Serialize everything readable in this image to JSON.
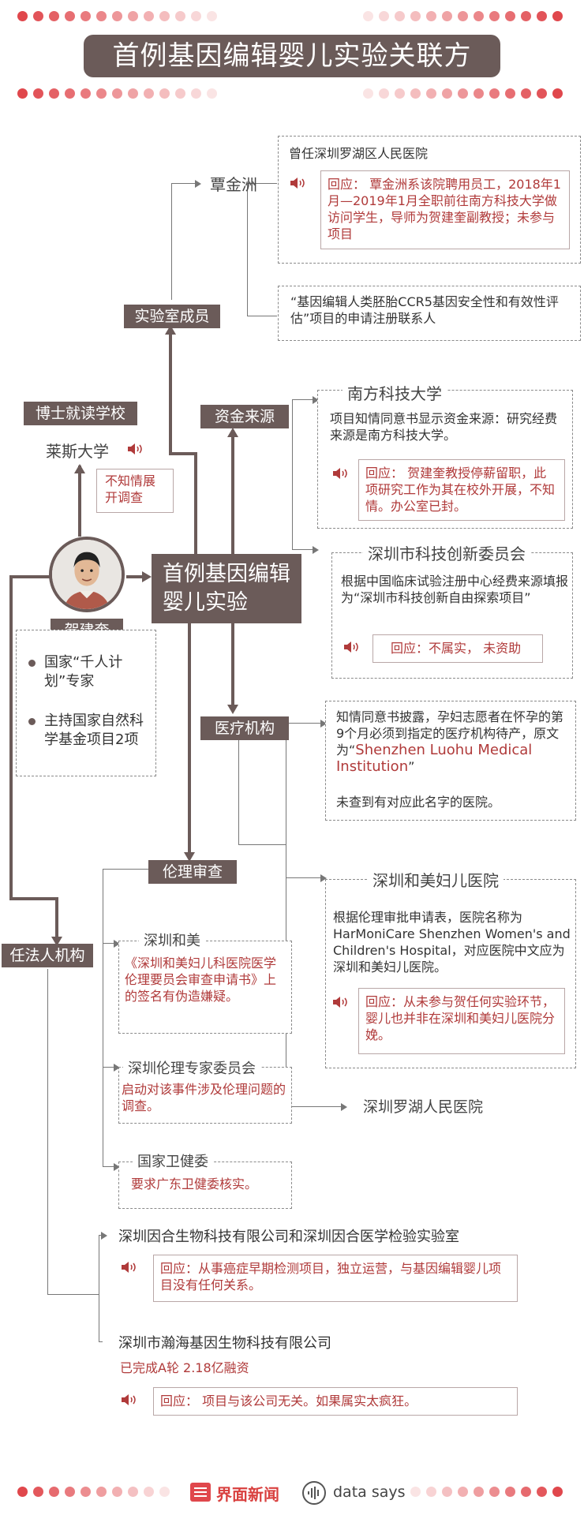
{
  "title": "首例基因编辑婴儿实验关联方",
  "center": {
    "label": "首例基因编辑婴儿实验"
  },
  "person": {
    "name": "贺建奎",
    "bullets": [
      "国家“千人计划”专家",
      "主持国家自然科学基金项目2项"
    ]
  },
  "lab_member": {
    "category": "实验室成员",
    "name": "覃金洲",
    "former": "曾任深圳罗湖区人民医院",
    "reply": "回应： 覃金洲系该院聘用员工，2018年1月—2019年1月全职前往南方科技大学做访问学生，导师为贺建奎副教授；未参与项目",
    "note": "“基因编辑人类胚胎CCR5基因安全性和有效性评估”项目的申请注册联系人"
  },
  "phd_school": {
    "category": "博士就读学校",
    "name": "莱斯大学",
    "reply": "不知情展开调查"
  },
  "funding": {
    "category": "资金来源",
    "sustech": {
      "name": "南方科技大学",
      "text": "项目知情同意书显示资金来源：研究经费来源是南方科技大学。",
      "reply": "回应： 贺建奎教授停薪留职，此项研究工作为其在校外开展，不知情。办公室已封。"
    },
    "sztic": {
      "name": "深圳市科技创新委员会",
      "text": "根据中国临床试验注册中心经费来源填报为“深圳市科技创新自由探索项目”",
      "reply": "回应：不属实， 未资助"
    }
  },
  "medical": {
    "category": "医疗机构",
    "consent_text": "知情同意书披露，孕妇志愿者在怀孕的第9个月必须到指定的医疗机构待产，原文为“",
    "consent_en": "Shenzhen Luohu Medical Institution",
    "consent_close": "”",
    "not_found": "未查到有对应此名字的医院。",
    "harmonicare": {
      "name": "深圳和美妇儿医院",
      "text": "根据伦理审批申请表，医院名称为HarMoniCare Shenzhen Women's and Children's Hospital，对应医院中文应为深圳和美妇儿医院。",
      "reply": "回应：从未参与贺任何实验环节，婴儿也并非在深圳和美妇儿医院分娩。"
    },
    "luohu": "深圳罗湖人民医院"
  },
  "ethics": {
    "category": "伦理审查",
    "items": [
      {
        "name": "深圳和美",
        "text": "《深圳和美妇儿科医院医学伦理要员会审查申请书》上的签名有伪造嫌疑。"
      },
      {
        "name": "深圳伦理专家委员会",
        "text": "启动对该事件涉及伦理问题的调查。"
      },
      {
        "name": "国家卫健委",
        "text": "要求广东卫健委核实。"
      }
    ]
  },
  "legal": {
    "category": "任法人机构",
    "companies": [
      {
        "name": "深圳因合生物科技有限公司和深圳因合医学检验实验室",
        "sub": "",
        "reply": "回应：从事癌症早期检测项目，独立运营，与基因编辑婴儿项目没有任何关系。"
      },
      {
        "name": "深圳市瀚海基因生物科技有限公司",
        "sub": "已完成A轮 2.18亿融资",
        "reply": "回应： 项目与该公司无关。如果属实太疯狂。"
      }
    ]
  },
  "footer": {
    "brand": "界面新闻",
    "brand2": "data says"
  },
  "colors": {
    "brown": "#6b5b59",
    "red": "#b03a3a",
    "dot_red": "#e0474c"
  }
}
